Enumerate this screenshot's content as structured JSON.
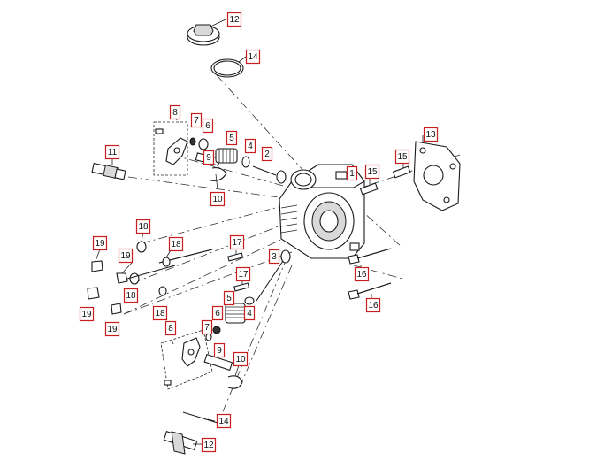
{
  "diagram": {
    "colors": {
      "callout_border": "#c81e1e",
      "line": "#1a1a1a",
      "part_shade": "#d9d9d9"
    },
    "callouts": [
      {
        "id": "c12-top",
        "label": "12"
      },
      {
        "id": "c14-top",
        "label": "14"
      },
      {
        "id": "c8-top",
        "label": "8"
      },
      {
        "id": "c7-top",
        "label": "7"
      },
      {
        "id": "c6-top",
        "label": "6"
      },
      {
        "id": "c5-top",
        "label": "5"
      },
      {
        "id": "c4-top",
        "label": "4"
      },
      {
        "id": "c2",
        "label": "2"
      },
      {
        "id": "c1",
        "label": "1"
      },
      {
        "id": "c9-top",
        "label": "9"
      },
      {
        "id": "c10-top",
        "label": "10"
      },
      {
        "id": "c11",
        "label": "11"
      },
      {
        "id": "c13",
        "label": "13"
      },
      {
        "id": "c15-a",
        "label": "15"
      },
      {
        "id": "c15-b",
        "label": "15"
      },
      {
        "id": "c18-a",
        "label": "18"
      },
      {
        "id": "c18-b",
        "label": "18"
      },
      {
        "id": "c18-c",
        "label": "18"
      },
      {
        "id": "c18-d",
        "label": "18"
      },
      {
        "id": "c19-a",
        "label": "19"
      },
      {
        "id": "c19-b",
        "label": "19"
      },
      {
        "id": "c19-c",
        "label": "19"
      },
      {
        "id": "c19-d",
        "label": "19"
      },
      {
        "id": "c17-a",
        "label": "17"
      },
      {
        "id": "c17-b",
        "label": "17"
      },
      {
        "id": "c3",
        "label": "3"
      },
      {
        "id": "c16-a",
        "label": "16"
      },
      {
        "id": "c16-b",
        "label": "16"
      },
      {
        "id": "c5-bot",
        "label": "5"
      },
      {
        "id": "c6-bot",
        "label": "6"
      },
      {
        "id": "c4-bot",
        "label": "4"
      },
      {
        "id": "c7-bot",
        "label": "7"
      },
      {
        "id": "c8-bot",
        "label": "8"
      },
      {
        "id": "c9-bot",
        "label": "9"
      },
      {
        "id": "c10-bot",
        "label": "10"
      },
      {
        "id": "c14-bot",
        "label": "14"
      },
      {
        "id": "c12-bot",
        "label": "12"
      }
    ]
  }
}
